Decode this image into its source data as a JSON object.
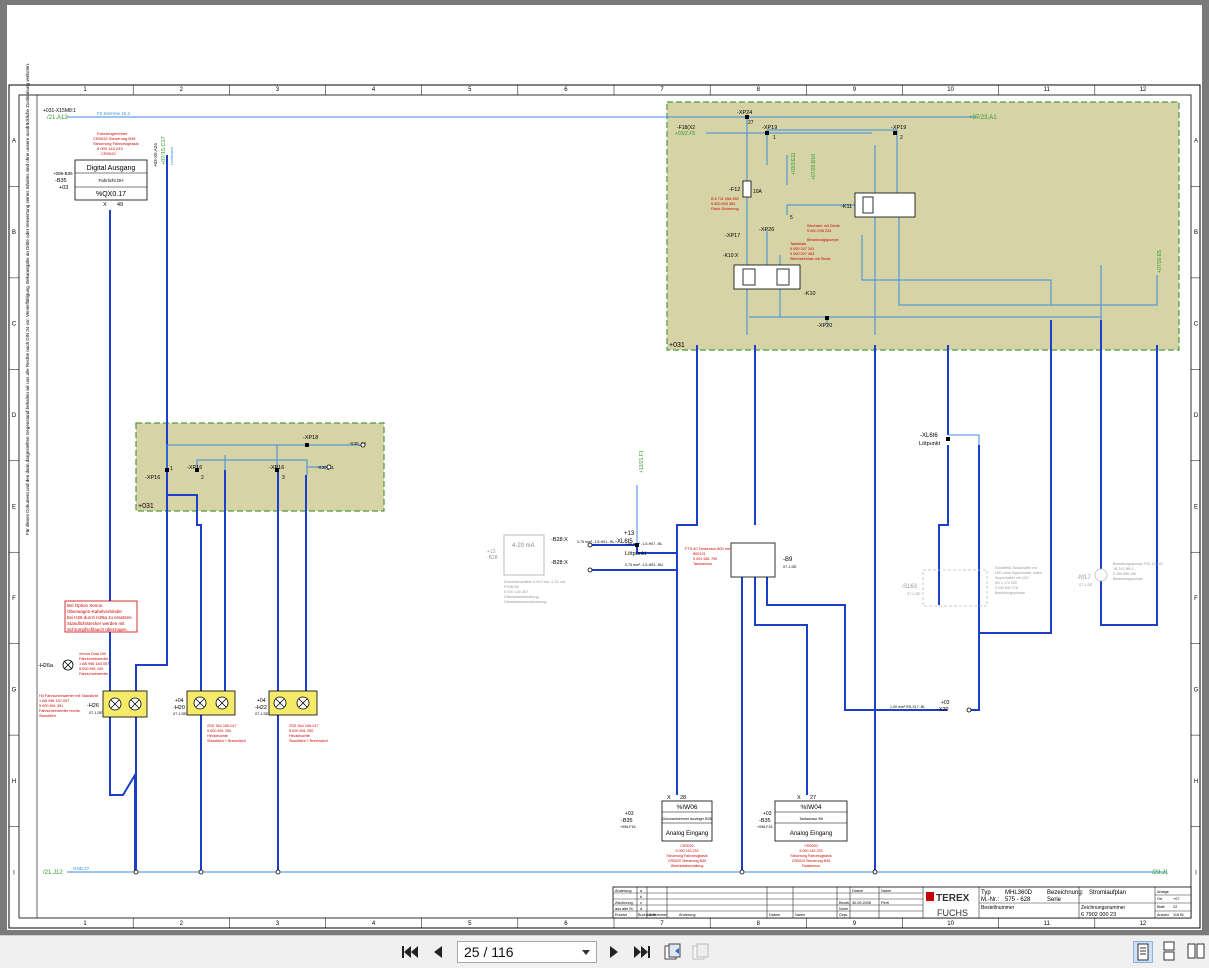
{
  "pager": {
    "label": "25 / 116"
  },
  "frame": {
    "columns": [
      "1",
      "2",
      "3",
      "4",
      "5",
      "6",
      "7",
      "8",
      "9",
      "10",
      "11",
      "12"
    ],
    "rows": [
      "A",
      "B",
      "C",
      "D",
      "E",
      "F",
      "G",
      "H",
      "I"
    ],
    "side_note": "Für dieses Dokument und den darin dargestellten Gegenstand behalten wir uns alle Rechte nach DIN 34 vor. Vervielfältigung, Bekanntgabe an Dritte oder Verwertung seines Inhaltes sind ohne unsere ausdrückliche Zustimmung verboten."
  },
  "rail": {
    "top_left_ref": "/21.A12",
    "top_left_tag": "+031-X15M8:1",
    "top_right_ref": "+07/23.A1",
    "bottom_left_ref": "/21.J12",
    "bottom_right_ref": "/23.J1",
    "top_mid": "F2 Klemme 15.2",
    "bottom_tag": "GND.27"
  },
  "colors": {
    "wire": "#1a3fc8",
    "wire_light": "#3a8de0",
    "box_fill": "#d6d3a6",
    "box_border": "#4f9a3c",
    "red_note": "#cc0000",
    "green_ref": "#2a9a2a"
  },
  "digital_out": {
    "tags": [
      "+096-B35",
      "-B35",
      "+03"
    ],
    "title": "Digital Ausgang",
    "sub": "Fahrlicht DH",
    "addr": "%QX0.17",
    "pin_x": "X",
    "pin_no": "49",
    "note": [
      "Fahrzeugrechner",
      "CR0032 Steuerung B35",
      "Steuerung Fahrzeugbasis",
      "5 000 143 233",
      "CR0020"
    ]
  },
  "ref_top": {
    "tag": "+03-X5.A24",
    "text": "+07/15.C17",
    "sub": "Lichtkabel"
  },
  "box031_top": {
    "label": "+031",
    "xp24": "-XP24",
    "xp19a": "-XP19",
    "xp19b": "-XP19",
    "f18": "-F18(X2",
    "ref": "+03/Z.F5",
    "xp17": "-XP17",
    "xp20": "-XP20",
    "xp26": "-XP26",
    "f12": "-F12",
    "f12val": "10A",
    "k10": "-K10",
    "k11": "-K11",
    "k10x": "-K10:X",
    "pin27": "27",
    "pin1": "1",
    "pin2": "2",
    "pin5": "5",
    "f12note": [
      "B.5 711 056-552",
      "5 000 605 384",
      "Flach-Sicherung"
    ],
    "k10note": [
      "Tastrelais",
      "5 000 247 241",
      "5 000 207 463",
      "Wechselrelais mit Diode"
    ],
    "k11note": [
      "Wechsler mit Diode",
      "5 000 208 234",
      "Betankungspumpe"
    ],
    "refs": [
      "+03/3.E11",
      "+07/20.D10",
      "+07/20.E5"
    ]
  },
  "box031_left": {
    "label": "+031",
    "xp16a": "-XP16",
    "xp16b": "-XP16",
    "xp16c": "-XP16",
    "xp18": "-XP18",
    "x30_22": "-X30_22",
    "x30_21": "-X30_21",
    "p1": "1",
    "p2": "2",
    "p3": "3"
  },
  "option_note": [
    "Bei Option Xenon",
    "Oberwagen-Kabelverbinder",
    "bei H26 durch H26a zu ersetzen.",
    "Standlichtstecker werden mit",
    "Schrumpfschlauch überzogen."
  ],
  "lamps": {
    "h26a": {
      "tag": "-H26a",
      "note": [
        "Xenon Dual 100",
        "Fahrscheinwerfer",
        "1 AB 996 183 057",
        "5 000 891 240",
        "Fahrscheinwerfer"
      ]
    },
    "h26": {
      "tag": "-H26",
      "loc": "07.1.DE",
      "note": [
        "H4 Fahrscheinwerfer mit Standlicht",
        "1 AB 996 157-097",
        "5 000 891 351",
        "Fahrscheinwerfer rechts",
        "Standlicht"
      ]
    },
    "h20": {
      "tag": "-H20",
      "pre": "+04",
      "loc": "07.1.DE",
      "note": [
        "2SD 344 169-017",
        "5 000 891 250",
        "Heckleuchte",
        "Standlicht + Bremslicht"
      ]
    },
    "h22": {
      "tag": "-H22",
      "pre": "+04",
      "loc": "07.1.DE",
      "note": [
        "2SD 344 169-017",
        "5 000 891 250",
        "Heckleuchte",
        "Standlicht + Bremslicht"
      ]
    }
  },
  "b28": {
    "tag": "-B28",
    "pre": "+13",
    "current": "4-20 mA",
    "note": [
      "Drucktransmitter 0-400 bar, 4-20 mA",
      "P40B-55",
      "5 000 140 287",
      "Überlastabschaltung",
      "Überlastsensorsteuerung"
    ],
    "x1": "-B28:X",
    "x2": "-B28:X",
    "cable1": "0,75 mm² -1,5-H01...BL",
    "cable2": "0,75 mm² -1,5-H03...BU"
  },
  "xl6t5": {
    "tag": "-XL6t5",
    "pre": "+13",
    "label": "Lötpunkt",
    "ref": "+13/21.F1"
  },
  "xl6t6": {
    "tag": "-XL6t6",
    "label": "Lötpunkt"
  },
  "b9": {
    "tag": "-B9",
    "loc": "07.1.DE",
    "note": [
      "FTS-40 Tankensor-800 mm",
      "800121",
      "5 001 681 790",
      "Tanksensor"
    ],
    "cable": "1,00 mm² -1,5-H07...BL"
  },
  "s163": {
    "tag": "-S163",
    "loc": "07.1.DE",
    "note": [
      "Schaltfeld-Tastschalter mit",
      "LED ohne Kippschalter unten",
      "Kippschalter mit LED",
      "SD 1 174 000",
      "5 000 640 078",
      "Betankungspumpe"
    ]
  },
  "m17": {
    "tag": "-M17",
    "loc": "07.1.DE",
    "note": [
      "Betankungspumpe P30-13-24V",
      "1B 24V BB-1",
      "5 188 988 150",
      "Betankungspumpe"
    ]
  },
  "x29": {
    "tag": "-X29",
    "pre": "+03",
    "cable": "1,00 mm² RS-X17..BL"
  },
  "analog1": {
    "pre": "+03",
    "tag": "-B35",
    "loc": "+096-F16",
    "addr": "%IW06",
    "sub": "Druckaufnehmer Ausleger B28",
    "title": "Analog Eingang",
    "pin_x": "X",
    "pin_no": "28",
    "note": [
      "CR0020",
      "5 000 143 233",
      "Steuerung Fahrzeugbasis",
      "CR0020 Steuerung B35",
      "Überlastabschaltung"
    ]
  },
  "analog2": {
    "pre": "+03",
    "tag": "-B35",
    "loc": "+096-F16",
    "addr": "%IW04",
    "sub": "Tanksensor B9",
    "title": "Analog Eingang",
    "pin_x": "X",
    "pin_no": "27",
    "note": [
      "CR0020",
      "5 000 143 233",
      "Steuerung Fahrzeugbasis",
      "CR0020 Steuerung B35",
      "Tanksensor"
    ]
  },
  "title_block": {
    "rev_rows": [
      [
        "Änderung",
        "a"
      ],
      [
        "",
        "b"
      ],
      [
        "",
        "c"
      ],
      [
        "Zeichnung",
        "d"
      ],
      [
        "aus alte M.",
        "e"
      ],
      [
        "Ersetzt",
        "f"
      ]
    ],
    "rev_headers": [
      "Buchstabe",
      "Ä-Nummer",
      "Änderung",
      "Datum",
      "Name"
    ],
    "dates": [
      [
        "Datum",
        "Name"
      ],
      [
        "Bearb.",
        "30.09.2005",
        "Perti"
      ],
      [
        "Gepr.",
        "",
        ""
      ],
      [
        "Norm",
        "",
        ""
      ]
    ],
    "logo_top": "TEREX",
    "logo_bottom": "FUCHS",
    "type_label": "Typ",
    "type_value": "MHL360D",
    "mnr_label": "M.-Nr.:",
    "mnr_value": "575 - 628",
    "bez_label": "Bezeichnung:",
    "bez_value": "Stromlaufplan",
    "serie": "Serie",
    "bestell_label": "Bestellnummer",
    "zeich_label": "Zeichnungsnummer",
    "zeich_value": "6 7902 000 23",
    "anlage_label": "Anlage",
    "ort_label": "Ort",
    "ort_value": "+07",
    "blatt_label": "Blatt",
    "blatt_value": "22",
    "anzahl_label": "Anzahl",
    "anzahl_value": "116 Bl."
  }
}
